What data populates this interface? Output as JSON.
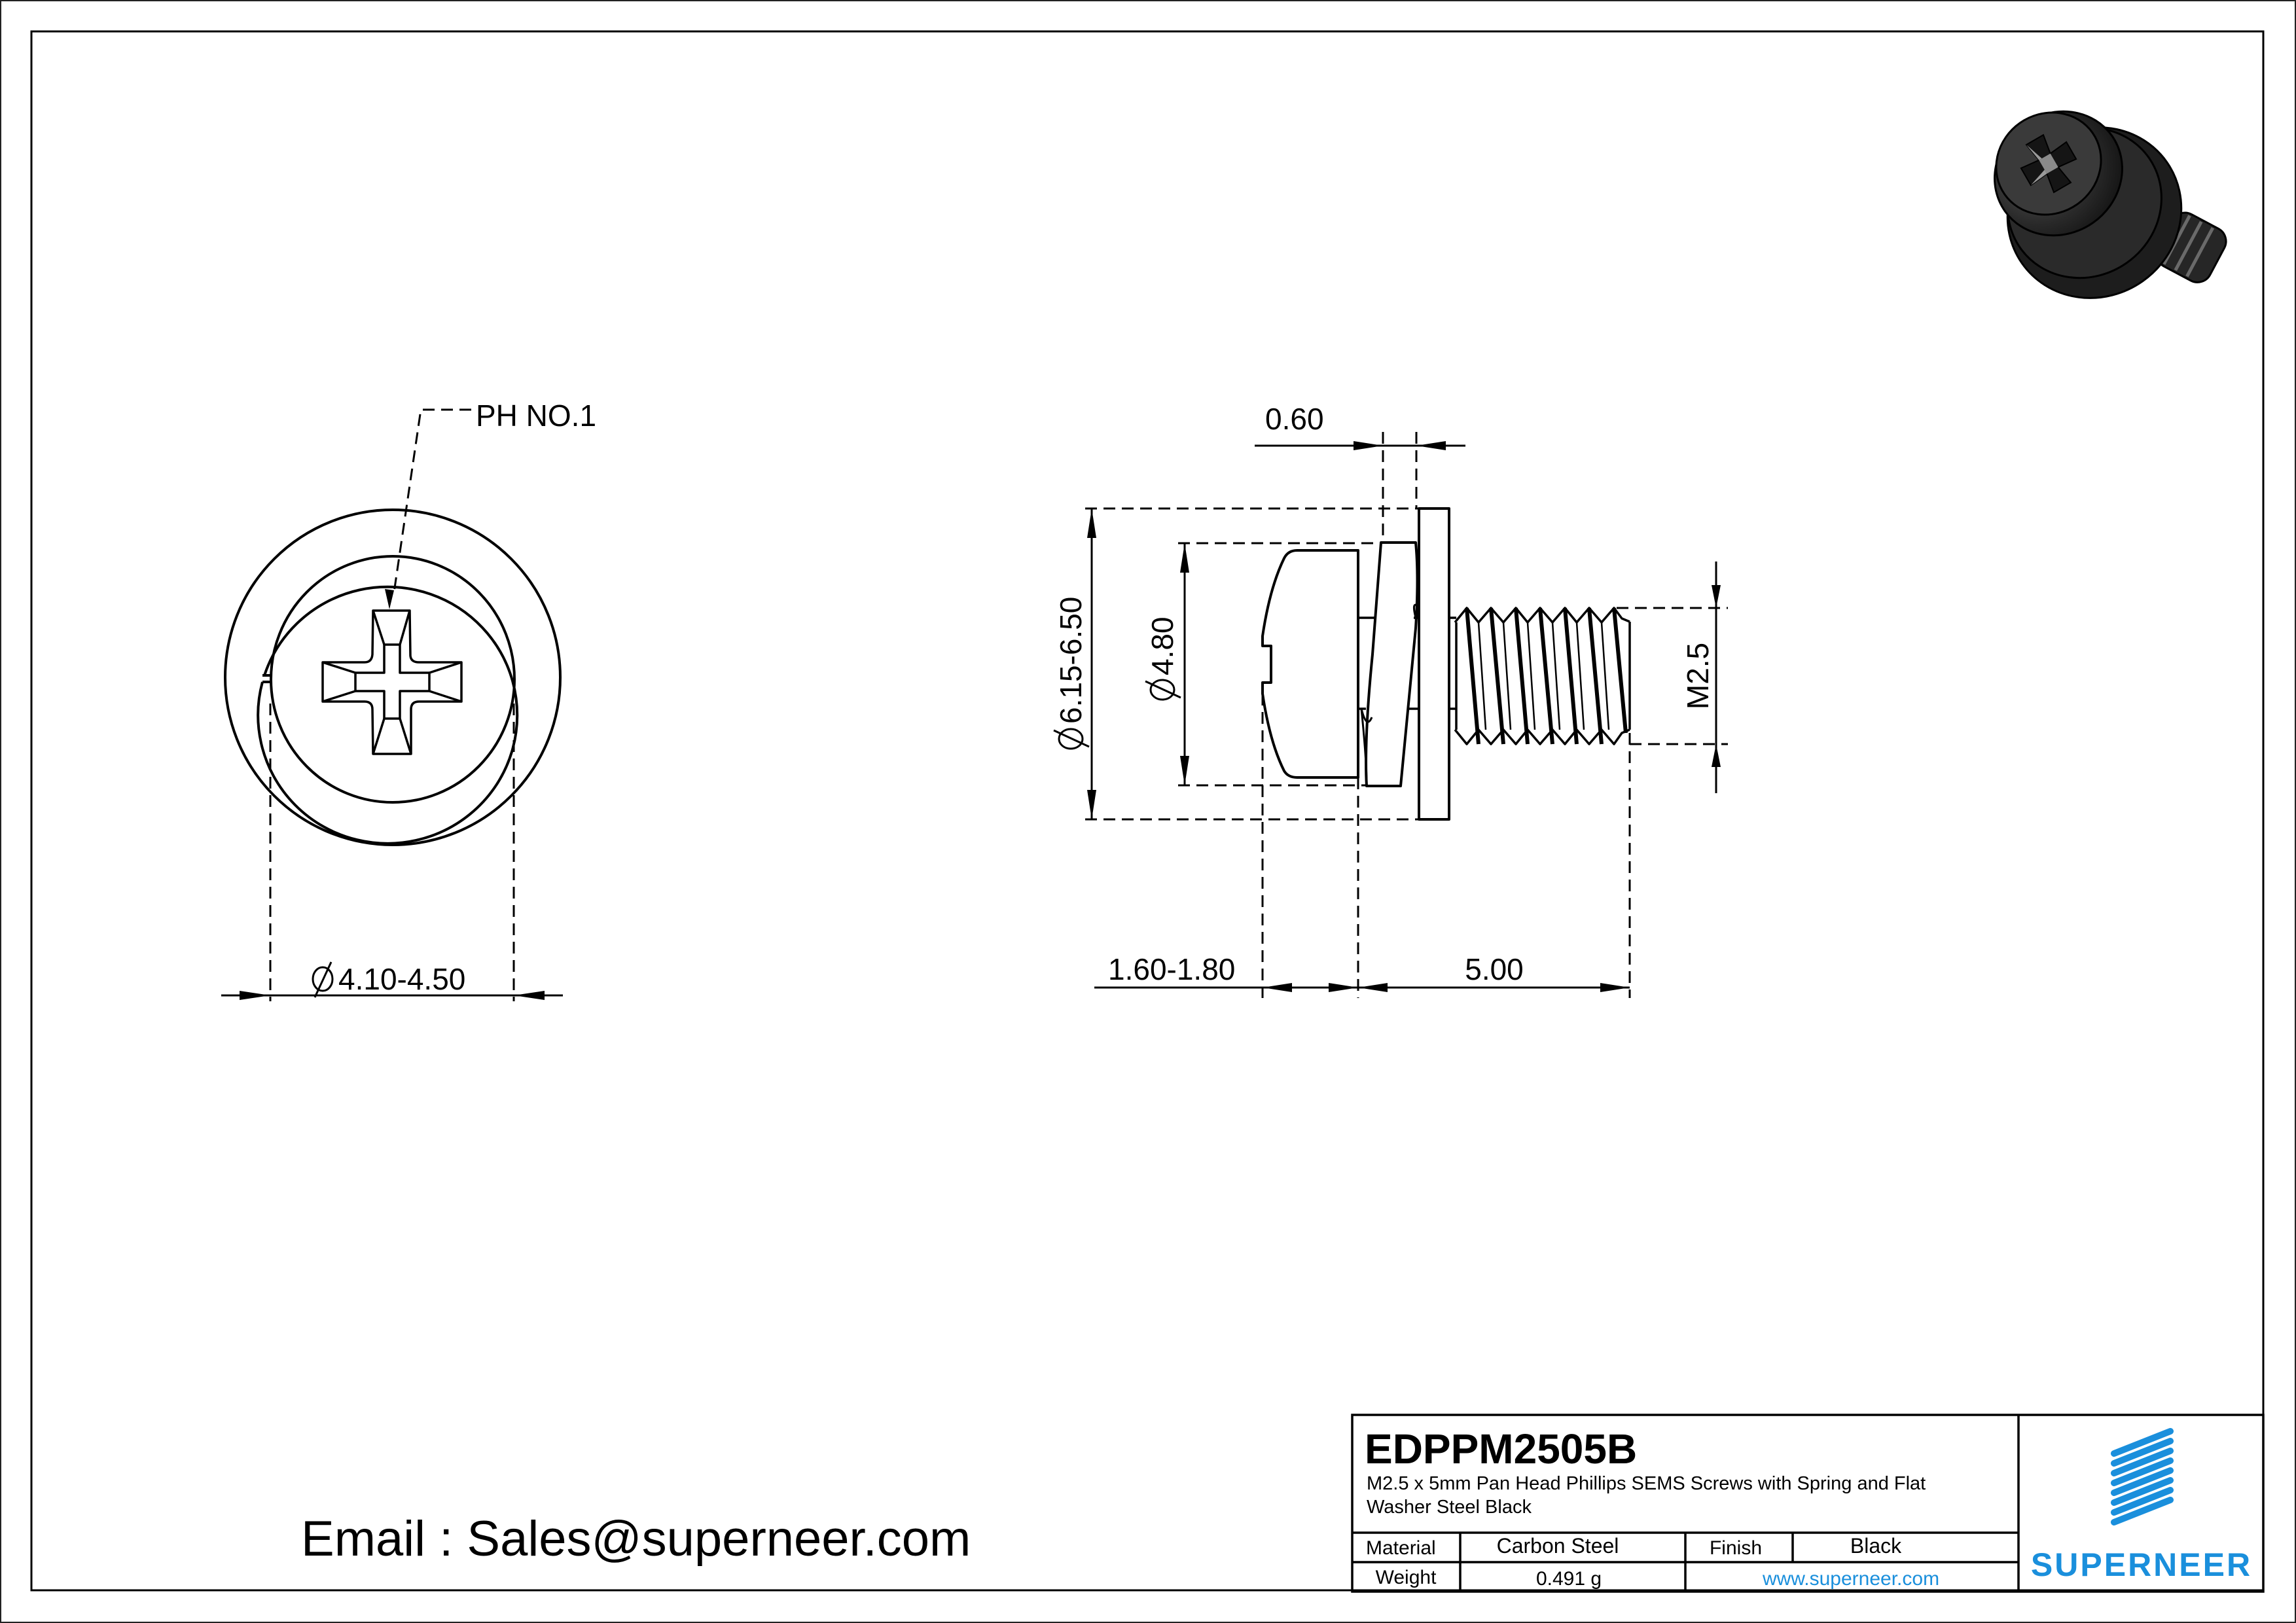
{
  "sheet": {
    "email_line": "Email : Sales@superneer.com"
  },
  "top_view": {
    "callout": "PH NO.1",
    "diameter_label": "4.10-4.50",
    "diameter_symbol": "Ø"
  },
  "side_view": {
    "washer_thickness": "0.60",
    "outer_diameter": "6.15-6.50",
    "head_diameter": "4.80",
    "thread_size": "M2.5",
    "head_height": "1.60-1.80",
    "length": "5.00",
    "diameter_symbol": "Ø"
  },
  "title_block": {
    "part_number": "EDPPM2505B",
    "description_line1": "M2.5 x 5mm Pan Head Phillips SEMS Screws with Spring and Flat",
    "description_line2": "Washer Steel Black",
    "material_label": "Material",
    "material_value": "Carbon Steel",
    "finish_label": "Finish",
    "finish_value": "Black",
    "weight_label": "Weight",
    "weight_value": "0.491 g",
    "website": "www.superneer.com",
    "brand": "SUPERNEER",
    "brand_color": "#1a8fdc"
  },
  "icons": {
    "render_3d": "screw-3d-render-icon",
    "logo": "superneer-stripes-logo-icon"
  }
}
